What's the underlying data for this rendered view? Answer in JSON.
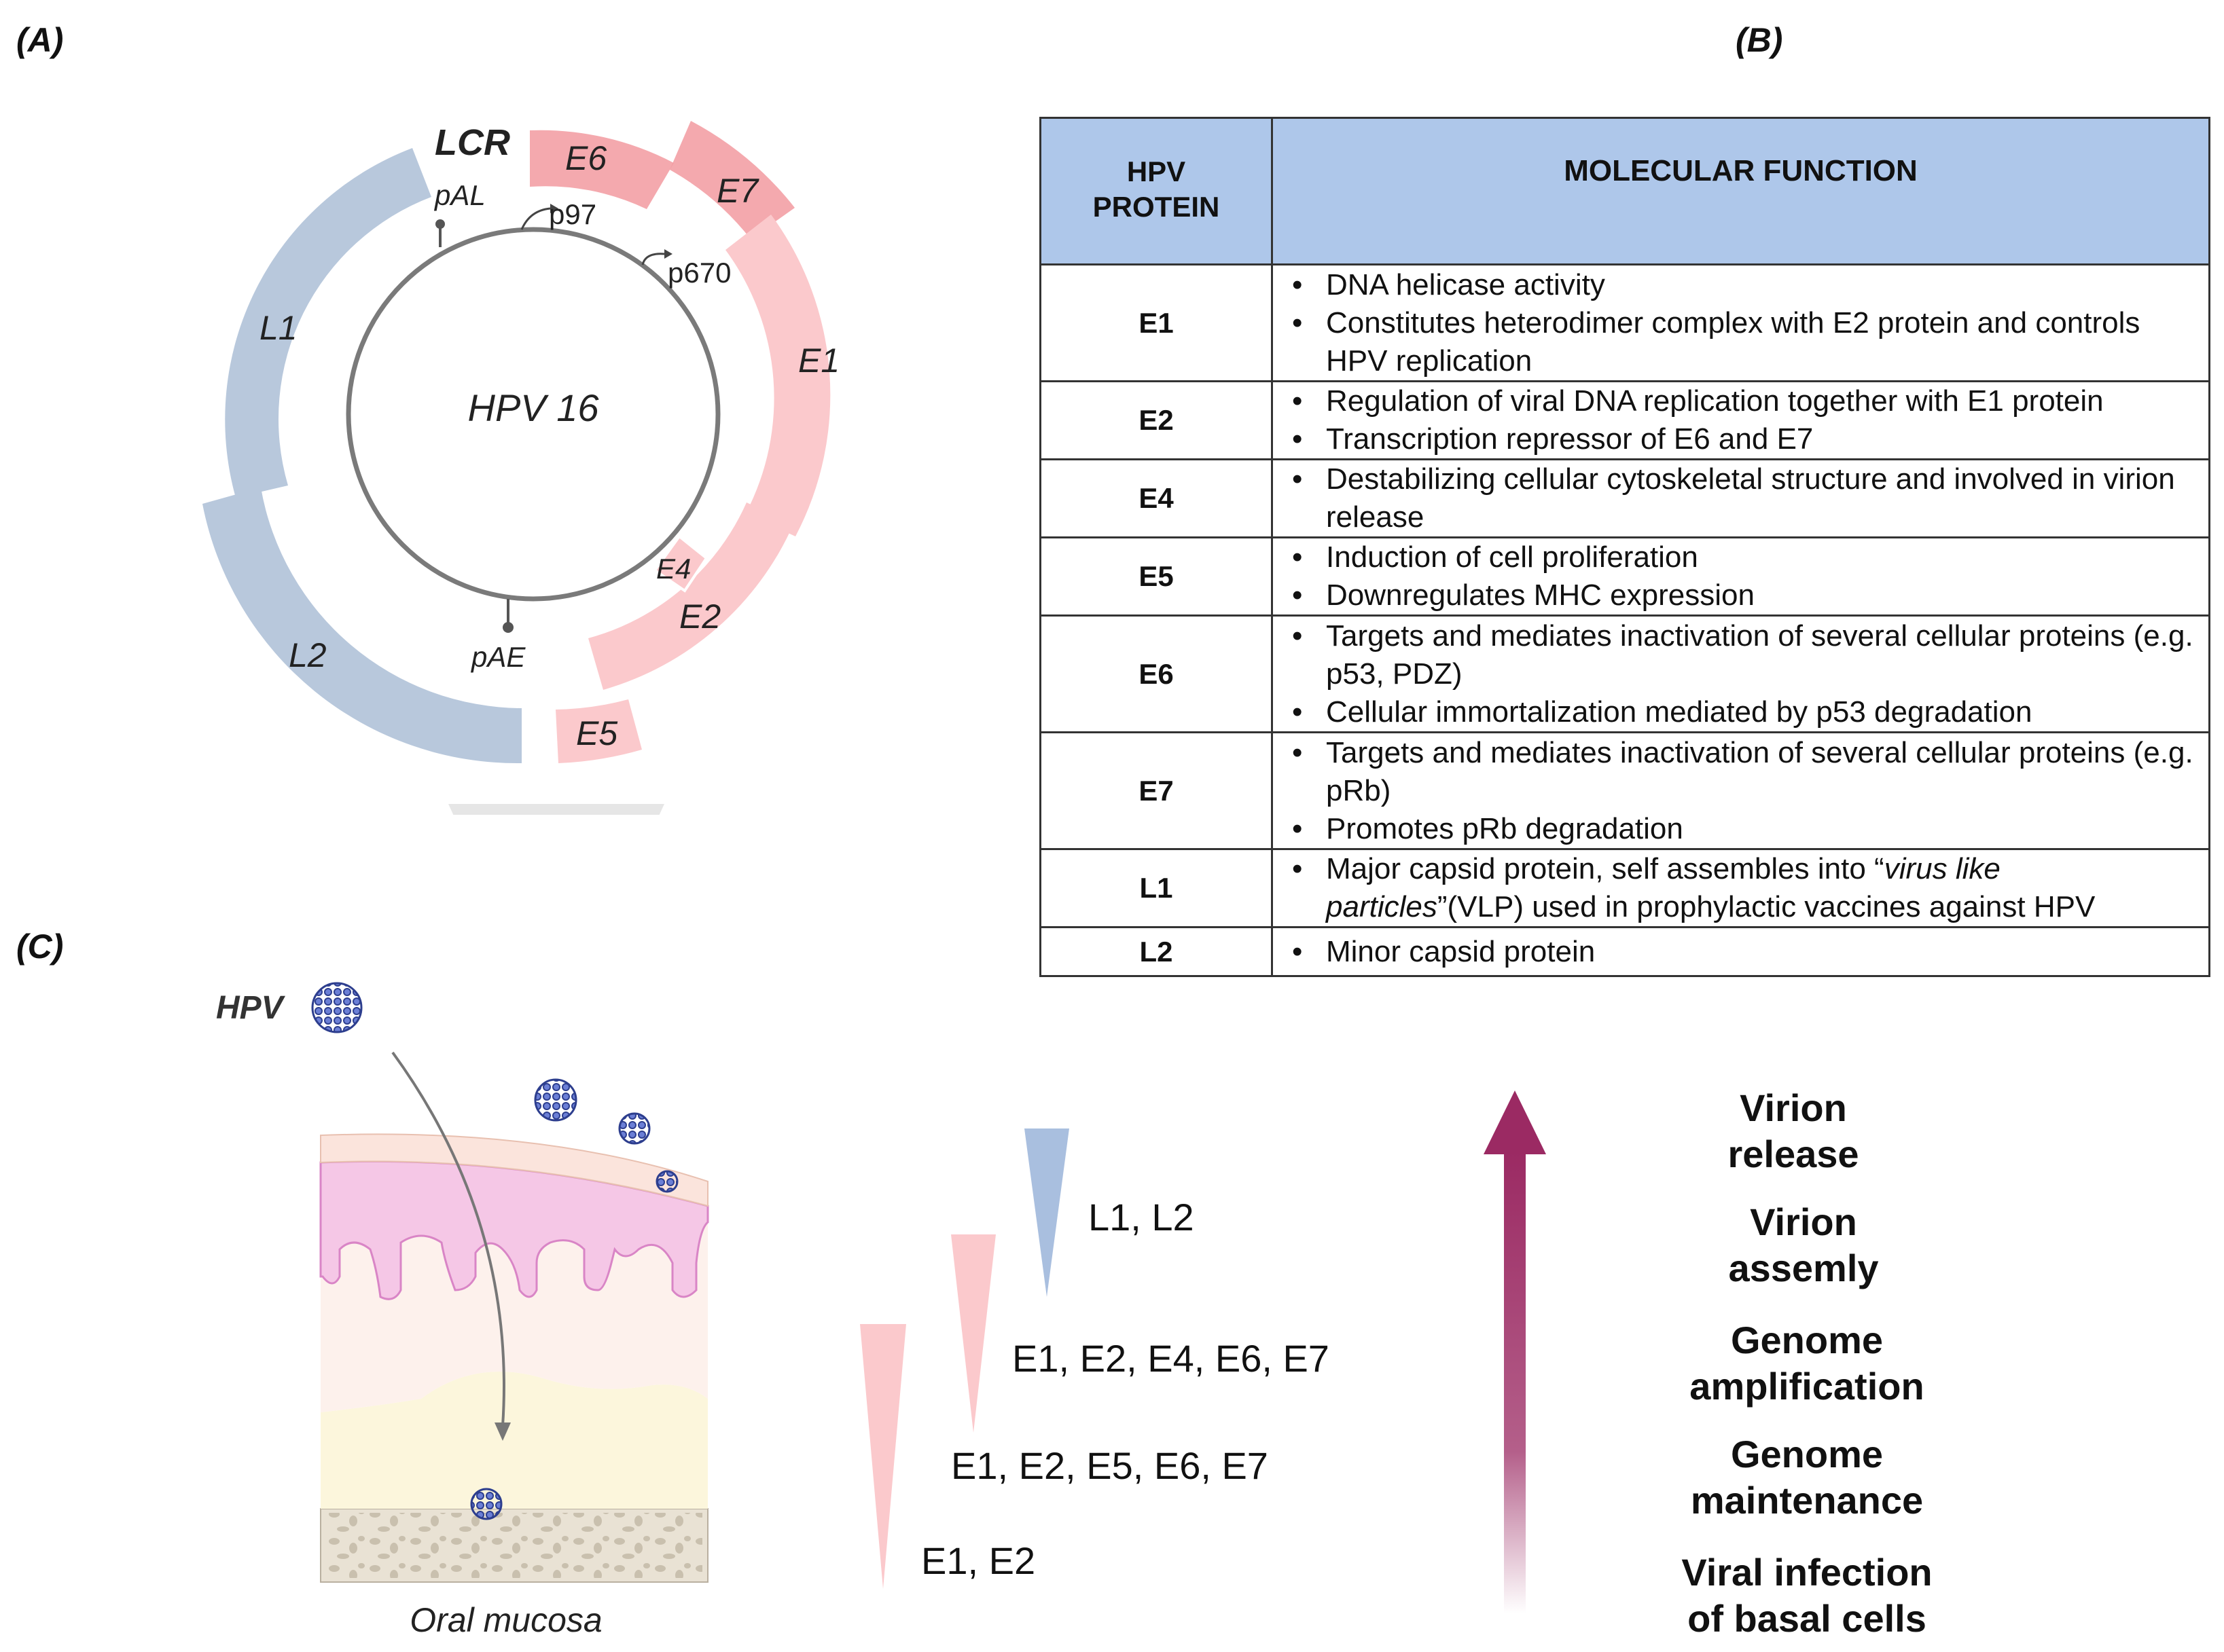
{
  "panel_labels": {
    "a": "(A)",
    "b": "(B)",
    "c": "(C)"
  },
  "genome_map": {
    "center_label": "HPV 16",
    "lcr_label": "LCR",
    "genes": {
      "e6": "E6",
      "e7": "E7",
      "e1": "E1",
      "e4": "E4",
      "e2": "E2",
      "e5": "E5",
      "l1": "L1",
      "l2": "L2"
    },
    "promoters": {
      "pal": "pAL",
      "pae": "pAE",
      "p97": "p97",
      "p670": "p670"
    },
    "colors": {
      "early": "#fbc9cc",
      "early_dark": "#f29aa0",
      "late": "#b8c8dc",
      "ring": "#7a7a7a"
    }
  },
  "table": {
    "header": {
      "protein": "HPV\nPROTEIN",
      "function": "MOLECULAR FUNCTION"
    },
    "header_color": "#aec7ea",
    "rows": [
      {
        "protein": "E1",
        "functions": [
          "DNA helicase activity",
          "Constitutes heterodimer complex with E2 protein and controls HPV replication"
        ]
      },
      {
        "protein": "E2",
        "functions": [
          "Regulation of viral DNA replication together with E1 protein",
          "Transcription repressor of E6 and E7"
        ]
      },
      {
        "protein": "E4",
        "functions": [
          "Destabilizing cellular cytoskeletal structure and involved in virion release"
        ]
      },
      {
        "protein": "E5",
        "functions": [
          "Induction of cell proliferation",
          "Downregulates MHC expression"
        ]
      },
      {
        "protein": "E6",
        "functions": [
          "Targets and mediates inactivation of several cellular proteins (e.g. p53, PDZ)",
          "Cellular immortalization mediated by p53 degradation"
        ]
      },
      {
        "protein": "E7",
        "functions": [
          "Targets and mediates inactivation of several cellular proteins (e.g. pRb)",
          "Promotes pRb degradation"
        ]
      },
      {
        "protein": "L1",
        "functions_rich": [
          "Major capsid protein, self assembles into “",
          "virus like particles",
          "”(VLP) used in prophylactic vaccines against HPV"
        ]
      },
      {
        "protein": "L2",
        "functions": [
          "Minor capsid protein"
        ]
      }
    ]
  },
  "mucosa": {
    "virus_label": "HPV",
    "tissue_label": "Oral mucosa",
    "virus_color": "#4a5fb8"
  },
  "expression": [
    {
      "label": "L1, L2",
      "color": "#a9bfdf"
    },
    {
      "label": "E1, E2, E4, E6, E7",
      "color": "#fbc9cc"
    },
    {
      "label": "E1, E2, E5, E6, E7",
      "color": "#fbc9cc"
    },
    {
      "label": "E1, E2",
      "color": "#fbc9cc"
    }
  ],
  "stages": [
    "Virion\nrelease",
    "Virion\nassemly",
    "Genome\namplification",
    "Genome\nmaintenance",
    "Viral infection\n of basal cells"
  ],
  "arrow_color": "#9b2a63"
}
